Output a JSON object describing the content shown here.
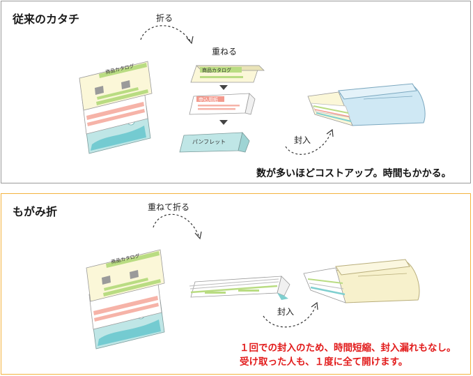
{
  "old_method": {
    "heading": "従来のカタチ",
    "fold_label": "折る",
    "stack_label": "重ねる",
    "enclose_label": "封入",
    "summary": "数が多いほどコストアップ。時間もかかる。",
    "sheets": {
      "catalog_title": "商品カタログ",
      "form_title": "申込用紙",
      "pamphlet_title": "パンフレット"
    }
  },
  "new_method": {
    "heading": "もがみ折",
    "fold_label": "重ねて折る",
    "enclose_label": "封入",
    "summary_line1": "１回での封入のため、時間短縮、封入漏れもなし。",
    "summary_line2": "受け取った人も、１度に全て開けます。",
    "sheets": {
      "catalog_title": "商品カタログ"
    }
  },
  "colors": {
    "catalog_yellow": "#fbf7d8",
    "catalog_green": "#b9dc82",
    "form_pink": "#f39a8e",
    "pamphlet_teal": "#bfe6e6",
    "envelope_blue": "#cfe8f4",
    "envelope_cream": "#f7f1cc",
    "accent_red": "#e21b1b",
    "new_border": "#f4b33e"
  }
}
